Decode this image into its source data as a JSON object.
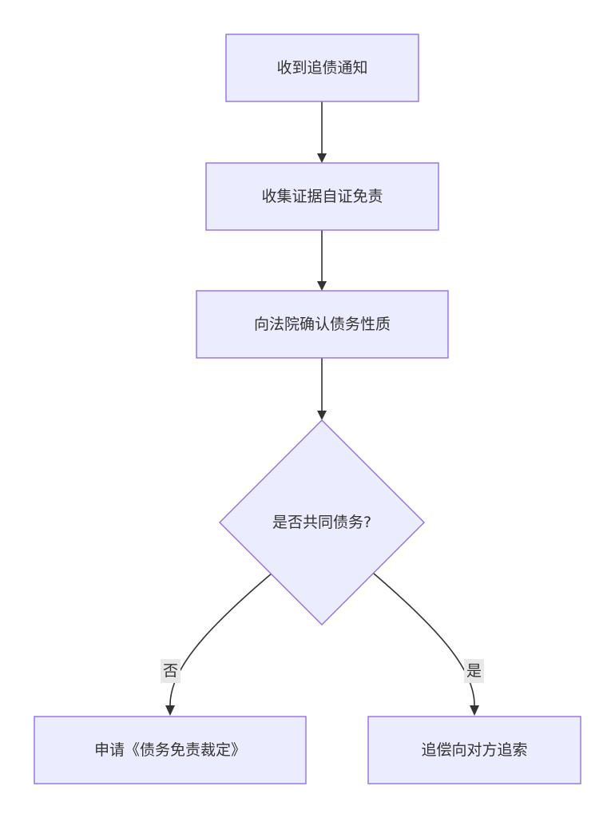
{
  "nodes": {
    "receive_notice": "收到追债通知",
    "collect_evidence": "收集证据自证免责",
    "court_confirm": "向法院确认债务性质",
    "decision": "是否共同债务?",
    "apply_ruling": "申请《债务免责裁定》",
    "recover_from_other": "追偿向对方追索"
  },
  "edge_labels": {
    "no": "否",
    "yes": "是"
  },
  "colors": {
    "node_fill": "#ECECFF",
    "node_border": "#9370DB",
    "edge": "#333333",
    "edge_label_bg": "#e8e8e8",
    "text": "#333333"
  }
}
